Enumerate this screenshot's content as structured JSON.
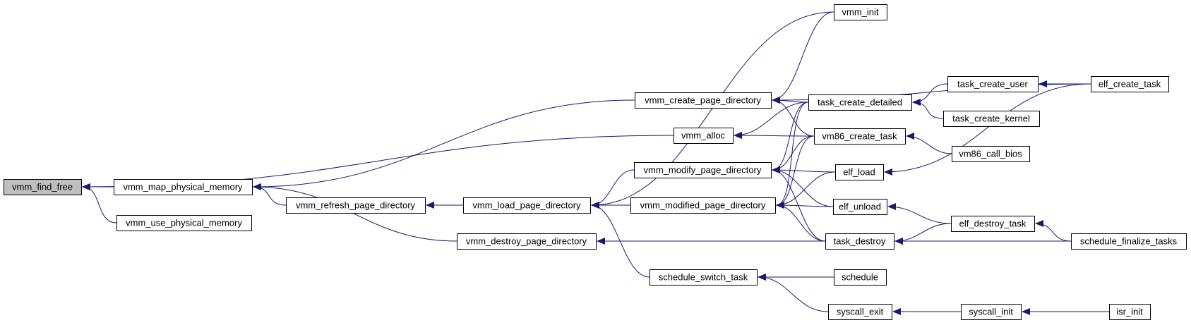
{
  "colors": {
    "edge": "#191970",
    "node_border": "#000000",
    "node_fill": "#ffffff",
    "highlight_fill": "#bfbfbf"
  },
  "nodes": [
    {
      "id": "vmm_find_free",
      "label": "vmm_find_free",
      "highlight": true
    },
    {
      "id": "vmm_map_physical_memory",
      "label": "vmm_map_physical_memory"
    },
    {
      "id": "vmm_use_physical_memory",
      "label": "vmm_use_physical_memory"
    },
    {
      "id": "vmm_refresh_page_directory",
      "label": "vmm_refresh_page_directory"
    },
    {
      "id": "vmm_load_page_directory",
      "label": "vmm_load_page_directory"
    },
    {
      "id": "vmm_destroy_page_directory",
      "label": "vmm_destroy_page_directory"
    },
    {
      "id": "vmm_create_page_directory",
      "label": "vmm_create_page_directory"
    },
    {
      "id": "vmm_alloc",
      "label": "vmm_alloc"
    },
    {
      "id": "vmm_modify_page_directory",
      "label": "vmm_modify_page_directory"
    },
    {
      "id": "vmm_modified_page_directory",
      "label": "vmm_modified_page_directory"
    },
    {
      "id": "schedule_switch_task",
      "label": "schedule_switch_task"
    },
    {
      "id": "vmm_init",
      "label": "vmm_init"
    },
    {
      "id": "task_create_detailed",
      "label": "task_create_detailed"
    },
    {
      "id": "vm86_create_task",
      "label": "vm86_create_task"
    },
    {
      "id": "elf_load",
      "label": "elf_load"
    },
    {
      "id": "elf_unload",
      "label": "elf_unload"
    },
    {
      "id": "task_destroy",
      "label": "task_destroy"
    },
    {
      "id": "schedule",
      "label": "schedule"
    },
    {
      "id": "syscall_exit",
      "label": "syscall_exit"
    },
    {
      "id": "task_create_user",
      "label": "task_create_user"
    },
    {
      "id": "task_create_kernel",
      "label": "task_create_kernel"
    },
    {
      "id": "vm86_call_bios",
      "label": "vm86_call_bios"
    },
    {
      "id": "elf_destroy_task",
      "label": "elf_destroy_task"
    },
    {
      "id": "syscall_init",
      "label": "syscall_init"
    },
    {
      "id": "elf_create_task",
      "label": "elf_create_task"
    },
    {
      "id": "schedule_finalize_tasks",
      "label": "schedule_finalize_tasks"
    },
    {
      "id": "isr_init",
      "label": "isr_init"
    }
  ],
  "edges": [
    {
      "from": "vmm_map_physical_memory",
      "to": "vmm_find_free"
    },
    {
      "from": "vmm_use_physical_memory",
      "to": "vmm_find_free"
    },
    {
      "from": "vmm_alloc",
      "to": "vmm_find_free"
    },
    {
      "from": "vmm_create_page_directory",
      "to": "vmm_map_physical_memory"
    },
    {
      "from": "vmm_refresh_page_directory",
      "to": "vmm_map_physical_memory"
    },
    {
      "from": "vmm_destroy_page_directory",
      "to": "vmm_map_physical_memory"
    },
    {
      "from": "vmm_load_page_directory",
      "to": "vmm_refresh_page_directory"
    },
    {
      "from": "vmm_init",
      "to": "vmm_load_page_directory"
    },
    {
      "from": "vmm_modify_page_directory",
      "to": "vmm_load_page_directory"
    },
    {
      "from": "vmm_modified_page_directory",
      "to": "vmm_load_page_directory"
    },
    {
      "from": "schedule_switch_task",
      "to": "vmm_load_page_directory"
    },
    {
      "from": "task_destroy",
      "to": "vmm_destroy_page_directory"
    },
    {
      "from": "vmm_init",
      "to": "vmm_create_page_directory"
    },
    {
      "from": "task_create_detailed",
      "to": "vmm_create_page_directory"
    },
    {
      "from": "vm86_create_task",
      "to": "vmm_create_page_directory"
    },
    {
      "from": "elf_create_task",
      "to": "vmm_create_page_directory"
    },
    {
      "from": "task_create_detailed",
      "to": "vmm_alloc"
    },
    {
      "from": "vm86_create_task",
      "to": "vmm_alloc"
    },
    {
      "from": "task_create_detailed",
      "to": "vmm_modify_page_directory"
    },
    {
      "from": "vm86_create_task",
      "to": "vmm_modify_page_directory"
    },
    {
      "from": "elf_load",
      "to": "vmm_modify_page_directory"
    },
    {
      "from": "elf_unload",
      "to": "vmm_modify_page_directory"
    },
    {
      "from": "task_destroy",
      "to": "vmm_modify_page_directory"
    },
    {
      "from": "task_create_detailed",
      "to": "vmm_modified_page_directory"
    },
    {
      "from": "vm86_create_task",
      "to": "vmm_modified_page_directory"
    },
    {
      "from": "elf_load",
      "to": "vmm_modified_page_directory"
    },
    {
      "from": "elf_unload",
      "to": "vmm_modified_page_directory"
    },
    {
      "from": "task_destroy",
      "to": "vmm_modified_page_directory"
    },
    {
      "from": "schedule",
      "to": "schedule_switch_task"
    },
    {
      "from": "syscall_exit",
      "to": "schedule_switch_task"
    },
    {
      "from": "task_create_user",
      "to": "task_create_detailed"
    },
    {
      "from": "task_create_kernel",
      "to": "task_create_detailed"
    },
    {
      "from": "vm86_call_bios",
      "to": "vm86_create_task"
    },
    {
      "from": "elf_create_task",
      "to": "elf_load"
    },
    {
      "from": "elf_destroy_task",
      "to": "elf_unload"
    },
    {
      "from": "elf_destroy_task",
      "to": "task_destroy"
    },
    {
      "from": "schedule_finalize_tasks",
      "to": "task_destroy"
    },
    {
      "from": "syscall_init",
      "to": "syscall_exit"
    },
    {
      "from": "elf_create_task",
      "to": "task_create_user"
    },
    {
      "from": "schedule_finalize_tasks",
      "to": "elf_destroy_task"
    },
    {
      "from": "isr_init",
      "to": "syscall_init"
    }
  ]
}
